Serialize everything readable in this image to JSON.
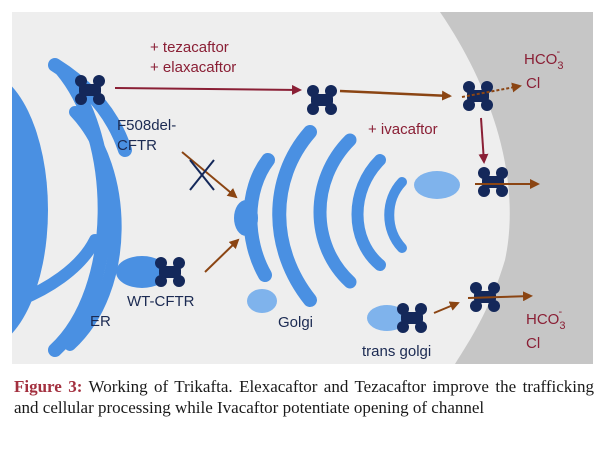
{
  "diagram": {
    "labels": {
      "drugs_line1": "+ tezacaftor",
      "drugs_line2": "+ elaxacaftor",
      "mutant_line1": "F508del-",
      "mutant_line2": "CFTR",
      "potentiator": "+ ivacaftor",
      "wild_type": "WT-CFTR",
      "er": "ER",
      "golgi": "Golgi",
      "trans_golgi": "trans golgi",
      "ion_top_1": "HCO",
      "ion_top_sub": "3",
      "ion_top_sup": "-",
      "ion_top_2": "Cl",
      "ion_bottom_1": "HCO",
      "ion_bottom_sub": "3",
      "ion_bottom_sup": "-",
      "ion_bottom_2": "Cl"
    },
    "colors": {
      "organelle_blue": "#4a90e2",
      "light_blue": "#7fb3ec",
      "protein_navy": "#14285a",
      "arrow_brown": "#8b4513",
      "arrow_maroon": "#8a1f35",
      "cytoplasm": "#eeeeee",
      "membrane_gray": "#c6c6c6"
    }
  },
  "caption": {
    "label": "Figure 3:",
    "text": "Working of Trikafta. Elexacaftor and Tezacaftor improve the trafficking and cellular processing while Ivacaftor potentiate opening of channel"
  }
}
